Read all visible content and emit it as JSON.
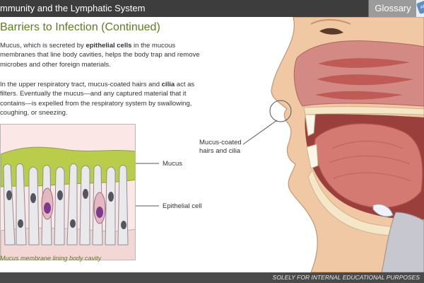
{
  "header": {
    "course_title": "mmunity and the Lymphatic System",
    "glossary_label": "Glossary",
    "glossary_corner": "AB"
  },
  "content": {
    "section_title": "Barriers to Infection (Continued)",
    "para1": {
      "before": "Mucus, which is secreted by ",
      "bold": "epithelial cells",
      "after": " in the mucous membranes that line body cavities, helps the body trap and remove microbes and other foreign materials."
    },
    "para2": {
      "before": "In the upper respiratory tract, mucus-coated hairs and ",
      "bold": "cilia",
      "after": " act as filters. Eventually the mucus—and any captured material that it contains—is expelled from the respiratory system by swallowing, coughing, or sneezing."
    }
  },
  "figure": {
    "label_mucus": "Mucus",
    "label_epithelial": "Epithelial cell",
    "label_hairs_line1": "Mucus-coated",
    "label_hairs_line2": "hairs and cilia",
    "caption": "Mucus membrane lining body cavity"
  },
  "footer": {
    "text": "SOLELY FOR INTERNAL EDUCATIONAL PURPOSES"
  },
  "colors": {
    "topbar": "#3d3d3d",
    "glossary_bg": "#9b9b9b",
    "title_green": "#5a7f1c",
    "mucus_green": "#b9cd4a",
    "tissue_red": "#c8625e",
    "skin": "#f0c9a4"
  }
}
